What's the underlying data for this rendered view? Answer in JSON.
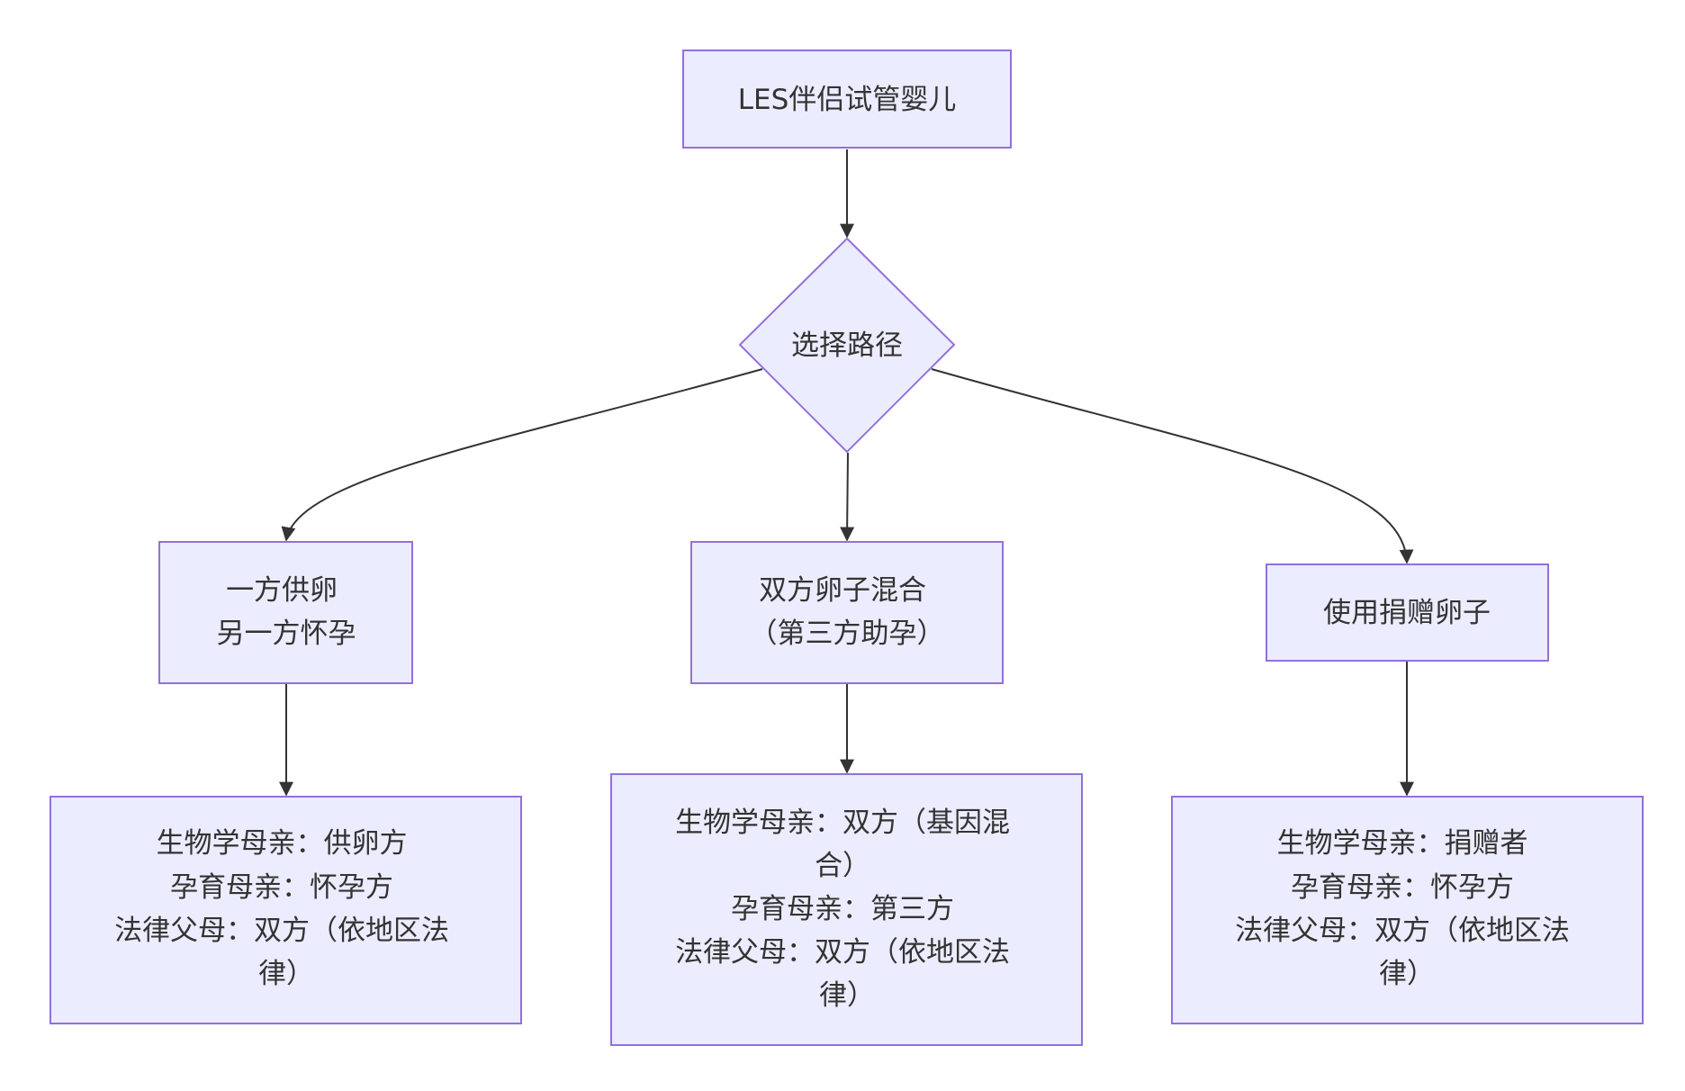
{
  "diagram": {
    "colors": {
      "node_fill": "#ececff",
      "node_stroke": "#9370db",
      "edge": "#333333",
      "text": "#333333",
      "background": "#ffffff"
    },
    "nodes": {
      "root": {
        "lines": [
          "LES伴侣试管婴儿"
        ]
      },
      "decision": {
        "lines": [
          "选择路径"
        ]
      },
      "option_one_egg": {
        "lines": [
          "一方供卵",
          "另一方怀孕"
        ]
      },
      "option_mixed": {
        "lines": [
          "双方卵子混合",
          "（第三方助孕）"
        ]
      },
      "option_donor": {
        "lines": [
          "使用捐赠卵子"
        ]
      },
      "result_one_egg": {
        "lines": [
          "生物学母亲：供卵方",
          "孕育母亲：怀孕方",
          "法律父母：双方（依地区法",
          "律）"
        ]
      },
      "result_mixed": {
        "lines": [
          "生物学母亲：双方（基因混",
          "合）",
          "孕育母亲：第三方",
          "法律父母：双方（依地区法",
          "律）"
        ]
      },
      "result_donor": {
        "lines": [
          "生物学母亲：捐赠者",
          "孕育母亲：怀孕方",
          "法律父母：双方（依地区法",
          "律）"
        ]
      }
    },
    "edges": [
      {
        "from": "root",
        "to": "decision"
      },
      {
        "from": "decision",
        "to": "option_one_egg"
      },
      {
        "from": "decision",
        "to": "option_mixed"
      },
      {
        "from": "decision",
        "to": "option_donor"
      },
      {
        "from": "option_one_egg",
        "to": "result_one_egg"
      },
      {
        "from": "option_mixed",
        "to": "result_mixed"
      },
      {
        "from": "option_donor",
        "to": "result_donor"
      }
    ]
  }
}
